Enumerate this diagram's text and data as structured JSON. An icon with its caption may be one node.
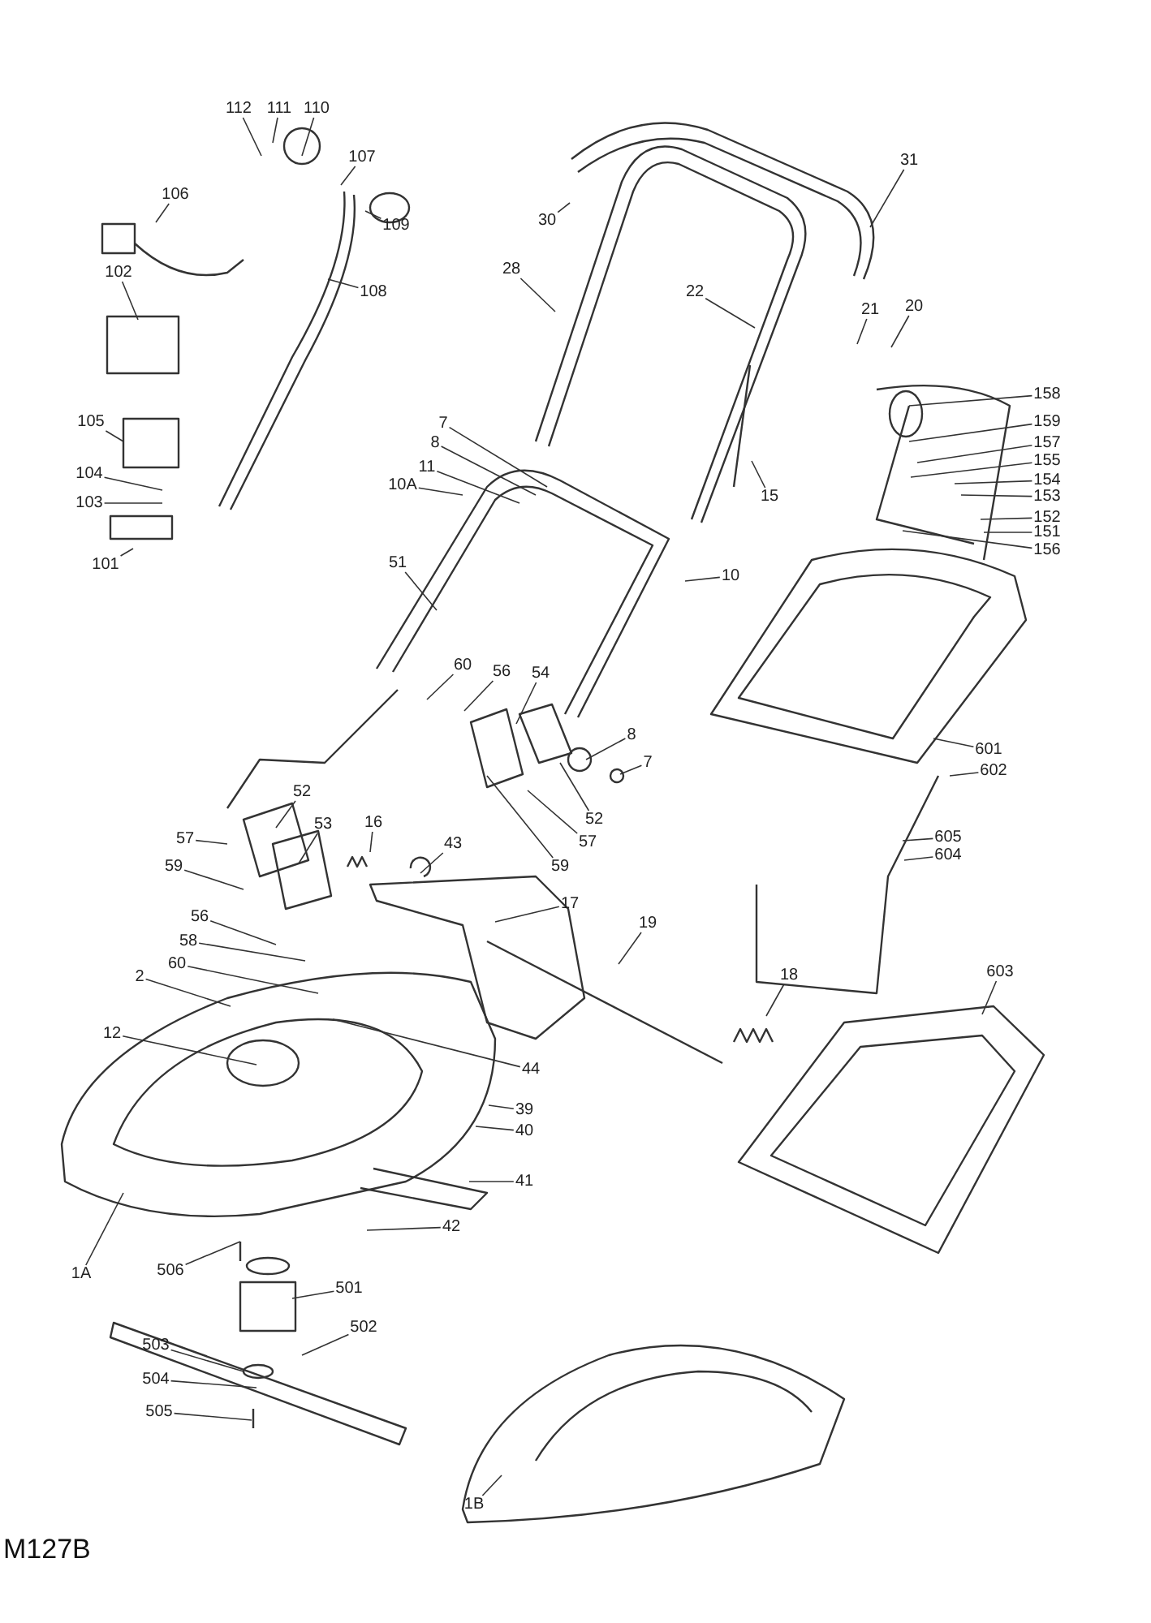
{
  "diagram": {
    "nodes": [
      {
        "text": [
          "112"
        ]
      },
      {
        "text": [
          "111"
        ]
      },
      {
        "text": [
          "110"
        ]
      },
      {
        "text": [
          "107"
        ]
      },
      {
        "text": [
          "109"
        ]
      },
      {
        "text": [
          "106"
        ]
      },
      {
        "text": [
          "108"
        ]
      },
      {
        "text": [
          "102"
        ]
      },
      {
        "text": [
          "105"
        ]
      },
      {
        "text": [
          "104"
        ]
      },
      {
        "text": [
          "103"
        ]
      },
      {
        "text": [
          "101"
        ]
      },
      {
        "text": [
          "30"
        ]
      },
      {
        "text": [
          "31"
        ]
      },
      {
        "text": [
          "28"
        ]
      },
      {
        "text": [
          "22"
        ]
      },
      {
        "text": [
          "21"
        ]
      },
      {
        "text": [
          "20"
        ]
      },
      {
        "text": [
          "158"
        ]
      },
      {
        "text": [
          "159"
        ]
      },
      {
        "text": [
          "157"
        ]
      },
      {
        "text": [
          "155"
        ]
      },
      {
        "text": [
          "154"
        ]
      },
      {
        "text": [
          "153"
        ]
      },
      {
        "text": [
          "152"
        ]
      },
      {
        "text": [
          "151"
        ]
      },
      {
        "text": [
          "156"
        ]
      },
      {
        "text": [
          "15"
        ]
      },
      {
        "text": [
          "10"
        ]
      },
      {
        "text": [
          "7"
        ]
      },
      {
        "text": [
          "8"
        ]
      },
      {
        "text": [
          "11"
        ]
      },
      {
        "text": [
          "10A"
        ]
      },
      {
        "text": [
          "51"
        ]
      },
      {
        "text": [
          "60"
        ]
      },
      {
        "text": [
          "56"
        ]
      },
      {
        "text": [
          "54"
        ]
      },
      {
        "text": [
          "8"
        ]
      },
      {
        "text": [
          "7"
        ]
      },
      {
        "text": [
          "52"
        ]
      },
      {
        "text": [
          "57"
        ]
      },
      {
        "text": [
          "59"
        ]
      },
      {
        "text": [
          "52"
        ]
      },
      {
        "text": [
          "53"
        ]
      },
      {
        "text": [
          "16"
        ]
      },
      {
        "text": [
          "43"
        ]
      },
      {
        "text": [
          "57"
        ]
      },
      {
        "text": [
          "59"
        ]
      },
      {
        "text": [
          "56"
        ]
      },
      {
        "text": [
          "58"
        ]
      },
      {
        "text": [
          "60"
        ]
      },
      {
        "text": [
          "17"
        ]
      },
      {
        "text": [
          "19"
        ]
      },
      {
        "text": [
          "2"
        ]
      },
      {
        "text": [
          "12"
        ]
      },
      {
        "text": [
          "44"
        ]
      },
      {
        "text": [
          "39"
        ]
      },
      {
        "text": [
          "40"
        ]
      },
      {
        "text": [
          "41"
        ]
      },
      {
        "text": [
          "42"
        ]
      },
      {
        "text": [
          "18"
        ]
      },
      {
        "text": [
          "601"
        ]
      },
      {
        "text": [
          "602"
        ]
      },
      {
        "text": [
          "605"
        ]
      },
      {
        "text": [
          "604"
        ]
      },
      {
        "text": [
          "603"
        ]
      },
      {
        "text": [
          "1A"
        ]
      },
      {
        "text": [
          "506"
        ]
      },
      {
        "text": [
          "501"
        ]
      },
      {
        "text": [
          "502"
        ]
      },
      {
        "text": [
          "503"
        ]
      },
      {
        "text": [
          "504"
        ]
      },
      {
        "text": [
          "505"
        ]
      },
      {
        "text": [
          "1B"
        ]
      }
    ],
    "edges": [
      {
        "from": 0,
        "to": null,
        "arrow": "none"
      },
      {
        "from": 1,
        "to": null,
        "arrow": "none"
      },
      {
        "from": 2,
        "to": null,
        "arrow": "none"
      },
      {
        "from": 3,
        "to": null,
        "arrow": "none"
      },
      {
        "from": 4,
        "to": null,
        "arrow": "none"
      },
      {
        "from": 5,
        "to": null,
        "arrow": "none"
      },
      {
        "from": 6,
        "to": null,
        "arrow": "none"
      },
      {
        "from": 7,
        "to": null,
        "arrow": "none"
      },
      {
        "from": 8,
        "to": null,
        "arrow": "none"
      },
      {
        "from": 9,
        "to": null,
        "arrow": "none"
      },
      {
        "from": 10,
        "to": null,
        "arrow": "none"
      },
      {
        "from": 11,
        "to": null,
        "arrow": "none"
      },
      {
        "from": 12,
        "to": null,
        "arrow": "none"
      },
      {
        "from": 13,
        "to": null,
        "arrow": "none"
      },
      {
        "from": 14,
        "to": null,
        "arrow": "none"
      },
      {
        "from": 15,
        "to": null,
        "arrow": "none"
      },
      {
        "from": 16,
        "to": null,
        "arrow": "none"
      },
      {
        "from": 17,
        "to": null,
        "arrow": "none"
      },
      {
        "from": 18,
        "to": null,
        "arrow": "none"
      },
      {
        "from": 19,
        "to": null,
        "arrow": "none"
      },
      {
        "from": 20,
        "to": null,
        "arrow": "none"
      },
      {
        "from": 21,
        "to": null,
        "arrow": "none"
      },
      {
        "from": 22,
        "to": null,
        "arrow": "none"
      },
      {
        "from": 23,
        "to": null,
        "arrow": "none"
      },
      {
        "from": 24,
        "to": null,
        "arrow": "none"
      },
      {
        "from": 25,
        "to": null,
        "arrow": "none"
      },
      {
        "from": 26,
        "to": null,
        "arrow": "none"
      },
      {
        "from": 27,
        "to": null,
        "arrow": "none"
      },
      {
        "from": 28,
        "to": null,
        "arrow": "none"
      },
      {
        "from": 29,
        "to": null,
        "arrow": "none"
      },
      {
        "from": 30,
        "to": null,
        "arrow": "none"
      },
      {
        "from": 31,
        "to": null,
        "arrow": "none"
      },
      {
        "from": 32,
        "to": null,
        "arrow": "none"
      },
      {
        "from": 33,
        "to": null,
        "arrow": "none"
      },
      {
        "from": 34,
        "to": null,
        "arrow": "none"
      },
      {
        "from": 35,
        "to": null,
        "arrow": "none"
      },
      {
        "from": 36,
        "to": null,
        "arrow": "none"
      },
      {
        "from": 37,
        "to": null,
        "arrow": "none"
      },
      {
        "from": 38,
        "to": null,
        "arrow": "none"
      },
      {
        "from": 39,
        "to": null,
        "arrow": "none"
      },
      {
        "from": 40,
        "to": null,
        "arrow": "none"
      },
      {
        "from": 41,
        "to": null,
        "arrow": "none"
      },
      {
        "from": 42,
        "to": null,
        "arrow": "none"
      },
      {
        "from": 43,
        "to": null,
        "arrow": "none"
      },
      {
        "from": 44,
        "to": null,
        "arrow": "none"
      },
      {
        "from": 45,
        "to": null,
        "arrow": "none"
      },
      {
        "from": 46,
        "to": null,
        "arrow": "none"
      },
      {
        "from": 47,
        "to": null,
        "arrow": "none"
      },
      {
        "from": 48,
        "to": null,
        "arrow": "none"
      },
      {
        "from": 49,
        "to": null,
        "arrow": "none"
      },
      {
        "from": 50,
        "to": null,
        "arrow": "none"
      },
      {
        "from": 51,
        "to": null,
        "arrow": "none"
      },
      {
        "from": 52,
        "to": null,
        "arrow": "none"
      },
      {
        "from": 53,
        "to": null,
        "arrow": "none"
      },
      {
        "from": 54,
        "to": null,
        "arrow": "none"
      },
      {
        "from": 55,
        "to": null,
        "arrow": "none"
      },
      {
        "from": 56,
        "to": null,
        "arrow": "none"
      },
      {
        "from": 57,
        "to": null,
        "arrow": "none"
      },
      {
        "from": 58,
        "to": null,
        "arrow": "none"
      },
      {
        "from": 59,
        "to": null,
        "arrow": "none"
      },
      {
        "from": 60,
        "to": null,
        "arrow": "none"
      },
      {
        "from": 61,
        "to": null,
        "arrow": "none"
      },
      {
        "from": 62,
        "to": null,
        "arrow": "none"
      },
      {
        "from": 63,
        "to": null,
        "arrow": "none"
      },
      {
        "from": 64,
        "to": null,
        "arrow": "none"
      },
      {
        "from": 65,
        "to": null,
        "arrow": "none"
      },
      {
        "from": 66,
        "to": null,
        "arrow": "none"
      },
      {
        "from": 67,
        "to": null,
        "arrow": "none"
      },
      {
        "from": 68,
        "to": null,
        "arrow": "none"
      },
      {
        "from": 69,
        "to": null,
        "arrow": "none"
      },
      {
        "from": 70,
        "to": null,
        "arrow": "none"
      },
      {
        "from": 71,
        "to": null,
        "arrow": "none"
      },
      {
        "from": 72,
        "to": null,
        "arrow": "none"
      },
      {
        "from": 73,
        "to": null,
        "arrow": "none"
      }
    ],
    "labels": [
      "M127B"
    ]
  }
}
